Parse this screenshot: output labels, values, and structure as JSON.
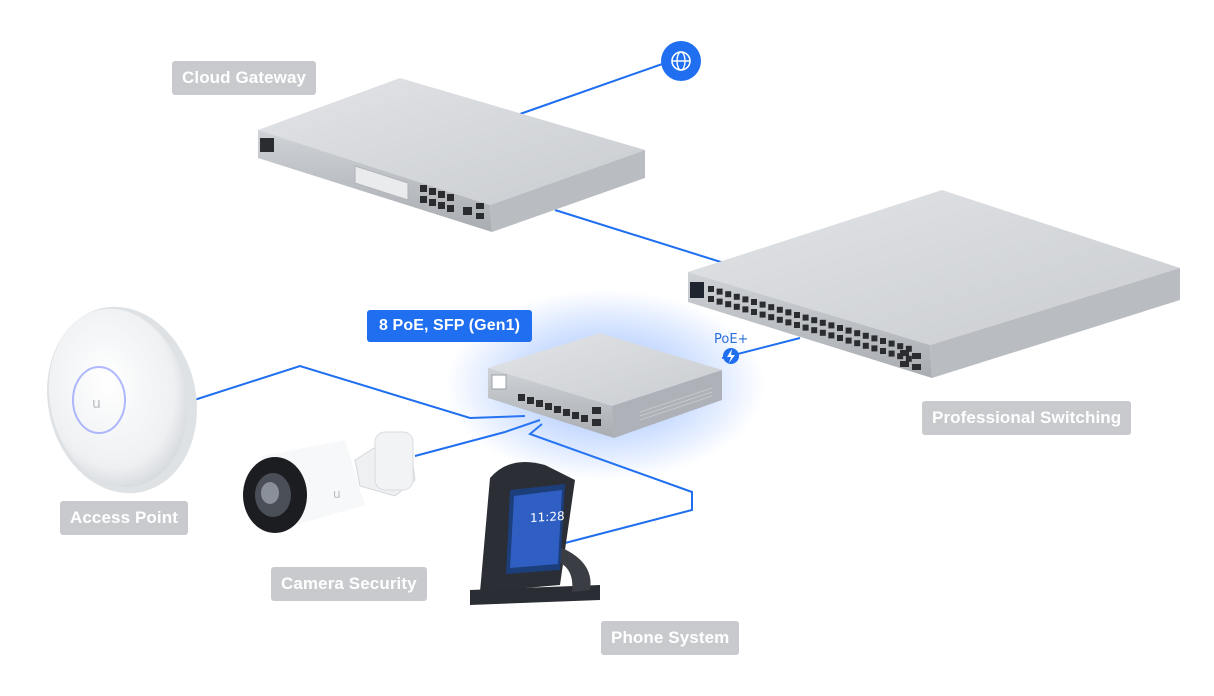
{
  "labels": {
    "cloud_gateway": "Cloud Gateway",
    "switch_highlight": "8 PoE, SFP (Gen1)",
    "professional_switching": "Professional Switching",
    "access_point": "Access Point",
    "camera_security": "Camera Security",
    "phone_system": "Phone System"
  },
  "poe_link": {
    "label": "PoE+"
  },
  "phone_screen": {
    "time": "11:28"
  },
  "icons": {
    "internet": "globe-icon",
    "poe": "lightning-icon",
    "device_logo": "ubiquiti-u-logo"
  },
  "colors": {
    "link": "#1f6ff0",
    "label_bg": "#c8cacd",
    "highlight_glow": "#4d8bff"
  }
}
